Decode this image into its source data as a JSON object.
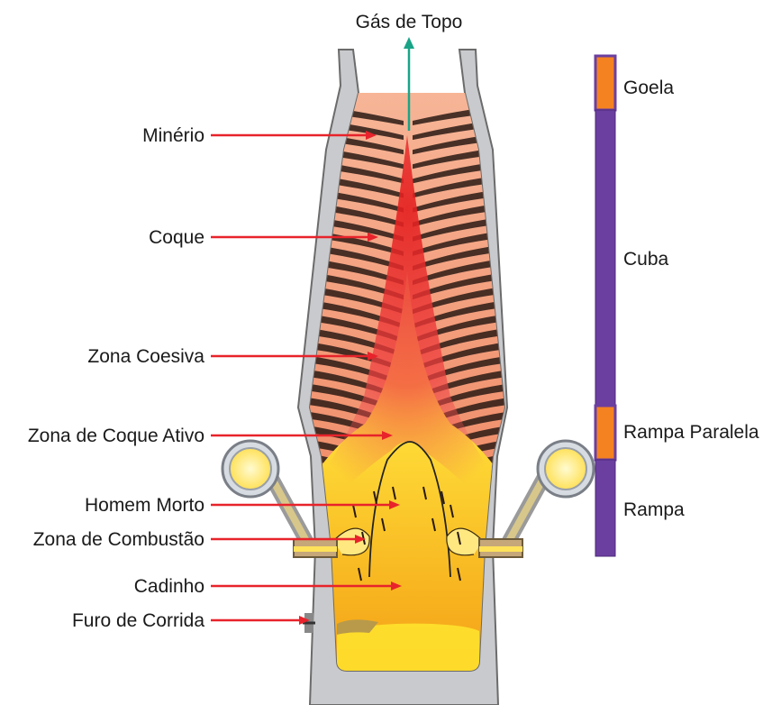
{
  "diagram": {
    "top_label": "Gás de Topo",
    "left_labels": [
      {
        "id": "minerio",
        "text": "Minério"
      },
      {
        "id": "coque",
        "text": "Coque"
      },
      {
        "id": "zona-coesiva",
        "text": "Zona Coesiva"
      },
      {
        "id": "zona-coque-ativo",
        "text": "Zona de Coque Ativo"
      },
      {
        "id": "homem-morto",
        "text": "Homem Morto"
      },
      {
        "id": "zona-combustao",
        "text": "Zona de Combustão"
      },
      {
        "id": "cadinho",
        "text": "Cadinho"
      },
      {
        "id": "furo-corrida",
        "text": "Furo de Corrida"
      }
    ],
    "right_labels": [
      {
        "id": "goela",
        "text": "Goela"
      },
      {
        "id": "cuba",
        "text": "Cuba"
      },
      {
        "id": "rampa-paralela",
        "text": "Rampa Paralela"
      },
      {
        "id": "rampa",
        "text": "Rampa"
      }
    ],
    "colors": {
      "refractory": "#c9cacd",
      "refractory_edge": "#6b6b6b",
      "arrow_red": "#e8232b",
      "arrow_green": "#1aa487",
      "scale_purple": "#6b3fa0",
      "scale_orange": "#f58220",
      "ore_layer": "#f2a080",
      "coke_layer": "#2a1a14",
      "melt_yellow": "#ffd21a",
      "melt_orange": "#f6a21a"
    }
  }
}
